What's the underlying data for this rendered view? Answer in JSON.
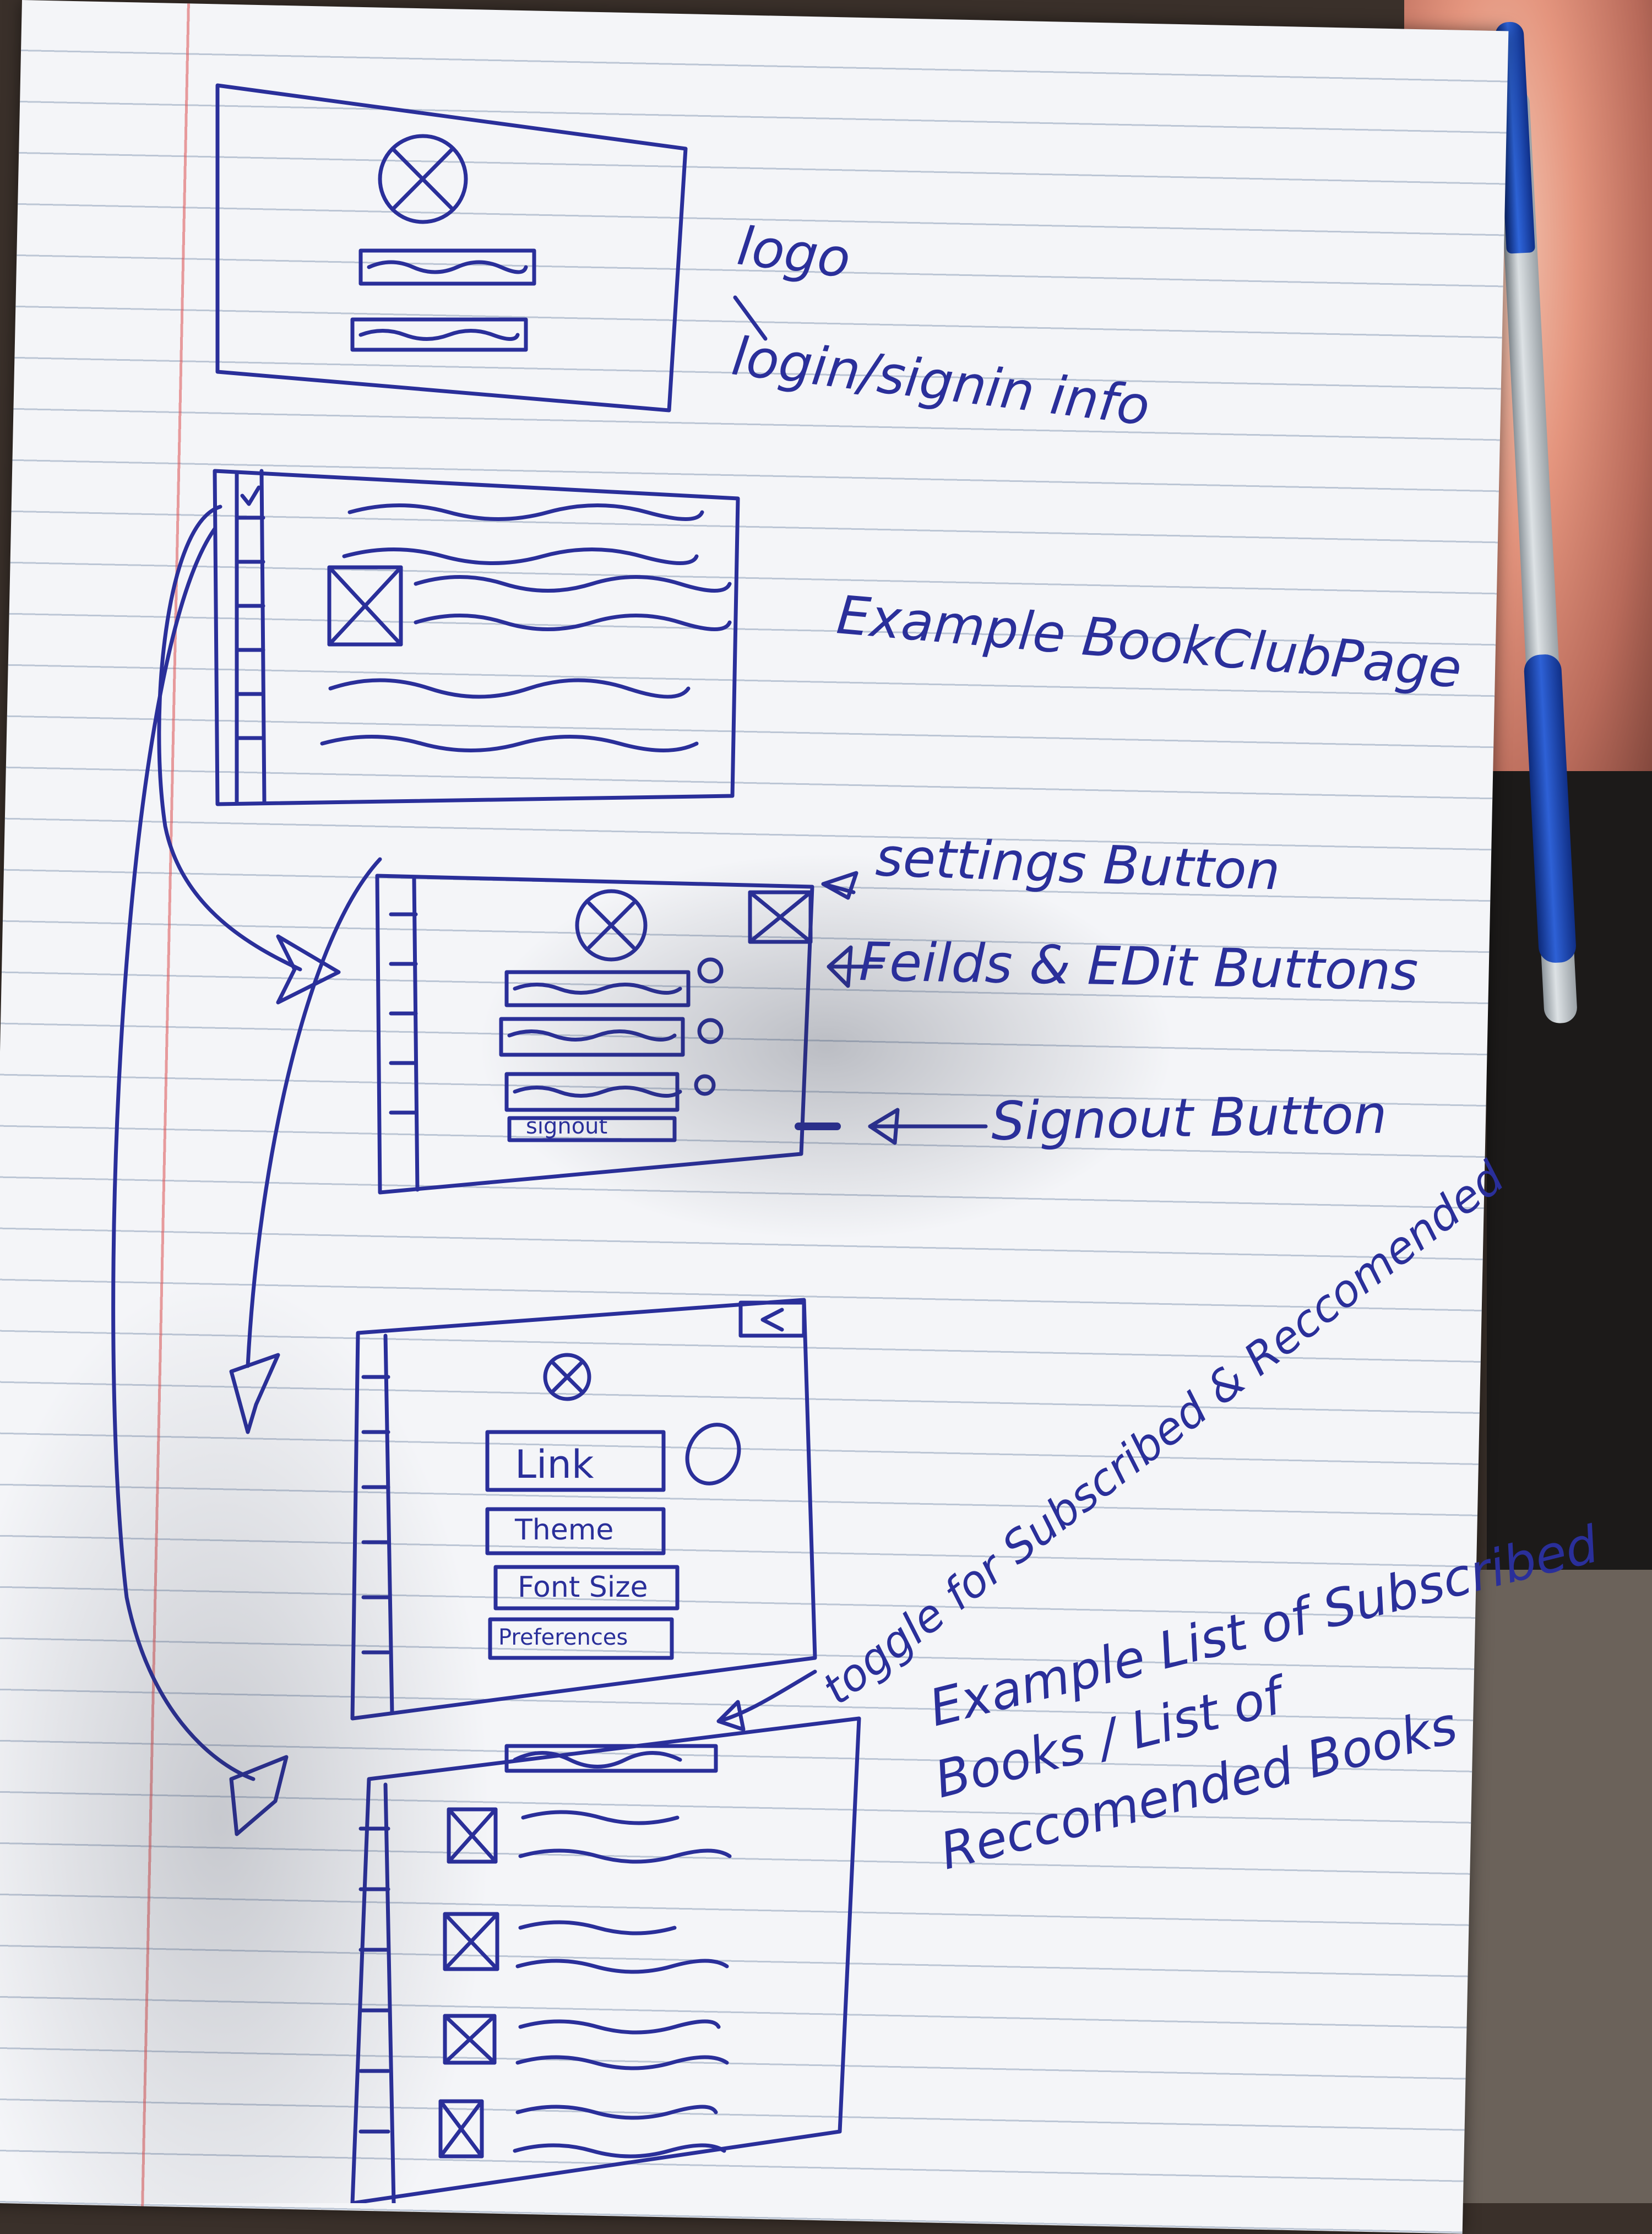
{
  "annotations": {
    "logo": "logo",
    "login_info": "login/signin info",
    "book_club_page": "Example BookClubPage",
    "settings_button": "settings Button",
    "fields_edit": "Feilds & EDit Buttons",
    "signout_button": "Signout Button",
    "toggle_label": "toggle for Subscribed & Reccomended",
    "list_line1": "Example List of Subscribed",
    "list_line2": "Books / List of",
    "list_line3": "Reccomended Books"
  },
  "mockups": {
    "signout_label": "signout",
    "link_label": "Link",
    "theme_label": "Theme",
    "font_size_label": "Font Size",
    "preferences_label": "Preferences"
  },
  "colors": {
    "ink": "#2a2f9a",
    "paper": "#f4f5f8"
  }
}
